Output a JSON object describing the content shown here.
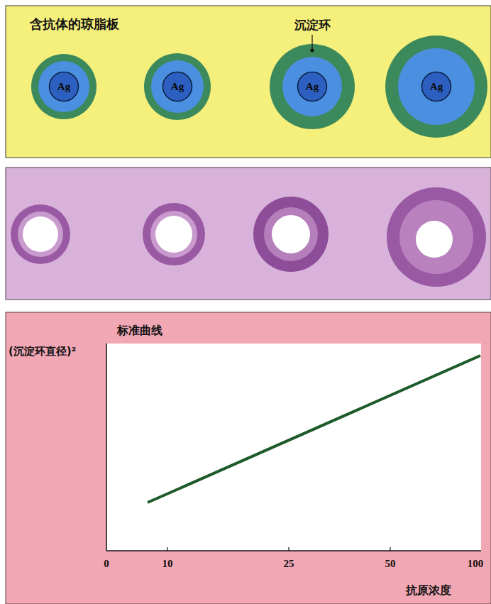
{
  "diagram": {
    "nodes": [
      {
        "text": [
          "含抗体的琼脂板"
        ]
      },
      {
        "text": [
          "Ag"
        ],
        "in": 0
      },
      {
        "text": [
          "Ag"
        ],
        "in": 0
      },
      {
        "text": [
          "Ag"
        ],
        "in": 0
      },
      {
        "text": [
          "Ag"
        ],
        "in": 0
      }
    ],
    "labels": [
      "沉淀环",
      "标准曲线",
      "(沉淀环直径)²",
      "0",
      "10",
      "25",
      "50",
      "100",
      "抗原浓度"
    ]
  }
}
